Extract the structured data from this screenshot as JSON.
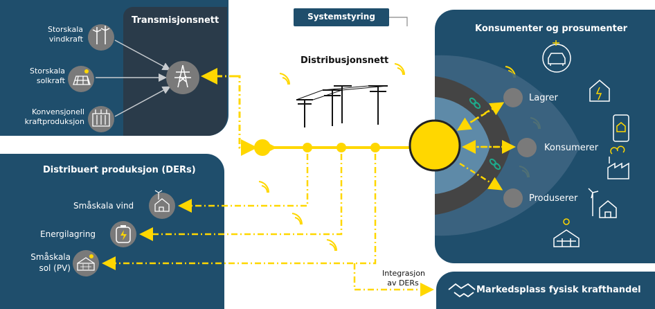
{
  "transmission": {
    "title": "Transmisjonsnett",
    "sources": [
      {
        "line1": "Storskala",
        "line2": "vindkraft",
        "icon": "wind-turbines-icon"
      },
      {
        "line1": "Storskala",
        "line2": "solkraft",
        "icon": "solar-panel-icon"
      },
      {
        "line1": "Konvensjonell",
        "line2": "kraftproduksjon",
        "icon": "power-plant-icon"
      }
    ],
    "hub_icon": "transmission-tower-icon"
  },
  "system_control": {
    "label": "Systemstyring"
  },
  "distribution": {
    "title": "Distribusjonsnett",
    "icon": "power-lines-icon"
  },
  "ders": {
    "title": "Distribuert produksjon (DERs)",
    "items": [
      {
        "label": "Småskala vind",
        "icon": "small-wind-house-icon"
      },
      {
        "label": "Energilagring",
        "icon": "battery-icon"
      },
      {
        "line1": "Småskala",
        "line2": "sol (PV)",
        "icon": "solar-house-icon"
      }
    ]
  },
  "consumers": {
    "title": "Konsumenter og prosumenter",
    "roles": [
      {
        "label": "Lagrer"
      },
      {
        "label": "Konsumerer"
      },
      {
        "label": "Produserer"
      }
    ],
    "icons": [
      "electric-car-icon",
      "smart-house-icon",
      "smartphone-home-icon",
      "factory-icon",
      "wind-house-icon",
      "solar-house-icon"
    ]
  },
  "integration": {
    "line1": "Integrasjon",
    "line2": "av DERs"
  },
  "marketplace": {
    "label": "Markedsplass fysisk krafthandel",
    "icon": "handshake-icon"
  },
  "colors": {
    "panel": "#1f4e6c",
    "dark_panel": "#2a3b4a",
    "accent": "#ffd700",
    "node_gray": "#7a7a7a"
  }
}
